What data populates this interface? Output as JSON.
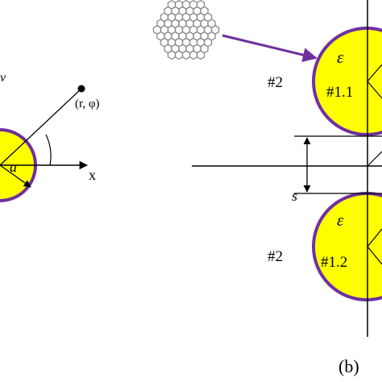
{
  "panel_a": {
    "partial_label": "v",
    "point_label": "(r, φ)",
    "radius_label": "a",
    "x_axis_label": "x"
  },
  "panel_b": {
    "upper_region_label": "#2",
    "upper_epsilon": "ε",
    "upper_cylinder_label": "#1.1",
    "gap_label": "s",
    "lower_region_label": "#2",
    "lower_epsilon": "ε",
    "lower_cylinder_label": "#1.2",
    "panel_label": "(b)"
  },
  "colors": {
    "cylinder_fill": "#ffff00",
    "cylinder_outline": "#7030a0",
    "arrow": "#7030a0",
    "graphene": "#8a8a8a"
  },
  "icons": {
    "graphene_flake": "graphene-flake-icon"
  }
}
